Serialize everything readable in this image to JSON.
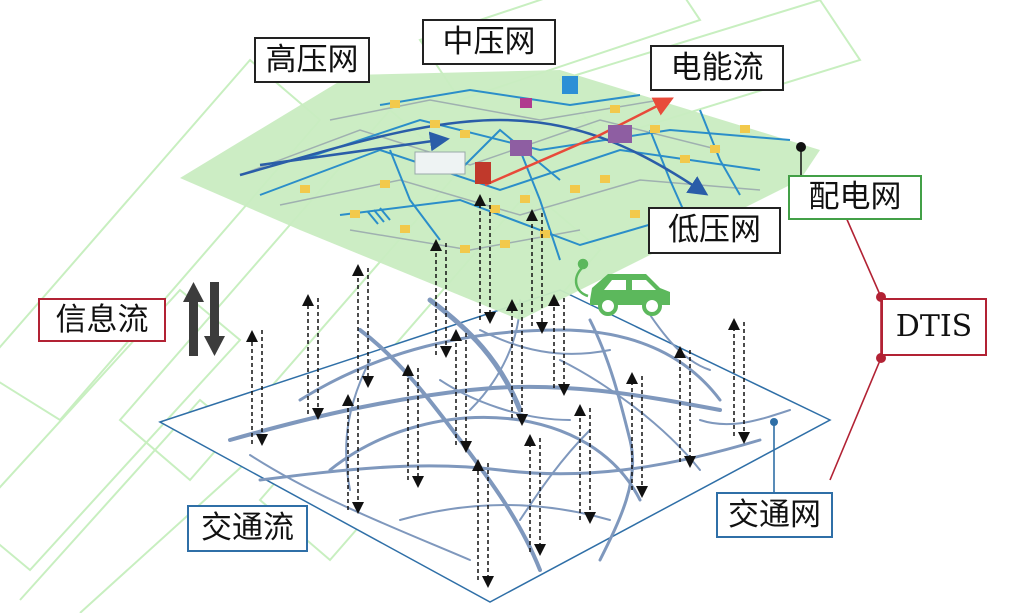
{
  "labels": {
    "high_voltage": "高压网",
    "medium_voltage": "中压网",
    "energy_flow": "电能流",
    "distribution_network": "配电网",
    "low_voltage": "低压网",
    "information_flow": "信息流",
    "dtis": "DTIS",
    "traffic_flow": "交通流",
    "traffic_network": "交通网"
  },
  "colors": {
    "power_layer": "#c9ecc1",
    "power_line": "#2b8ec9",
    "traffic_road": "#7f98bd",
    "traffic_border": "#2f6fa7",
    "dtis_link": "#b22234",
    "ev_car": "#5cb85c",
    "energy_arrow": "#e84a3a",
    "watermark": "#c8efc0"
  },
  "icons": [
    "ev-car-icon",
    "charging-plug-icon",
    "info-flow-arrows-icon"
  ]
}
